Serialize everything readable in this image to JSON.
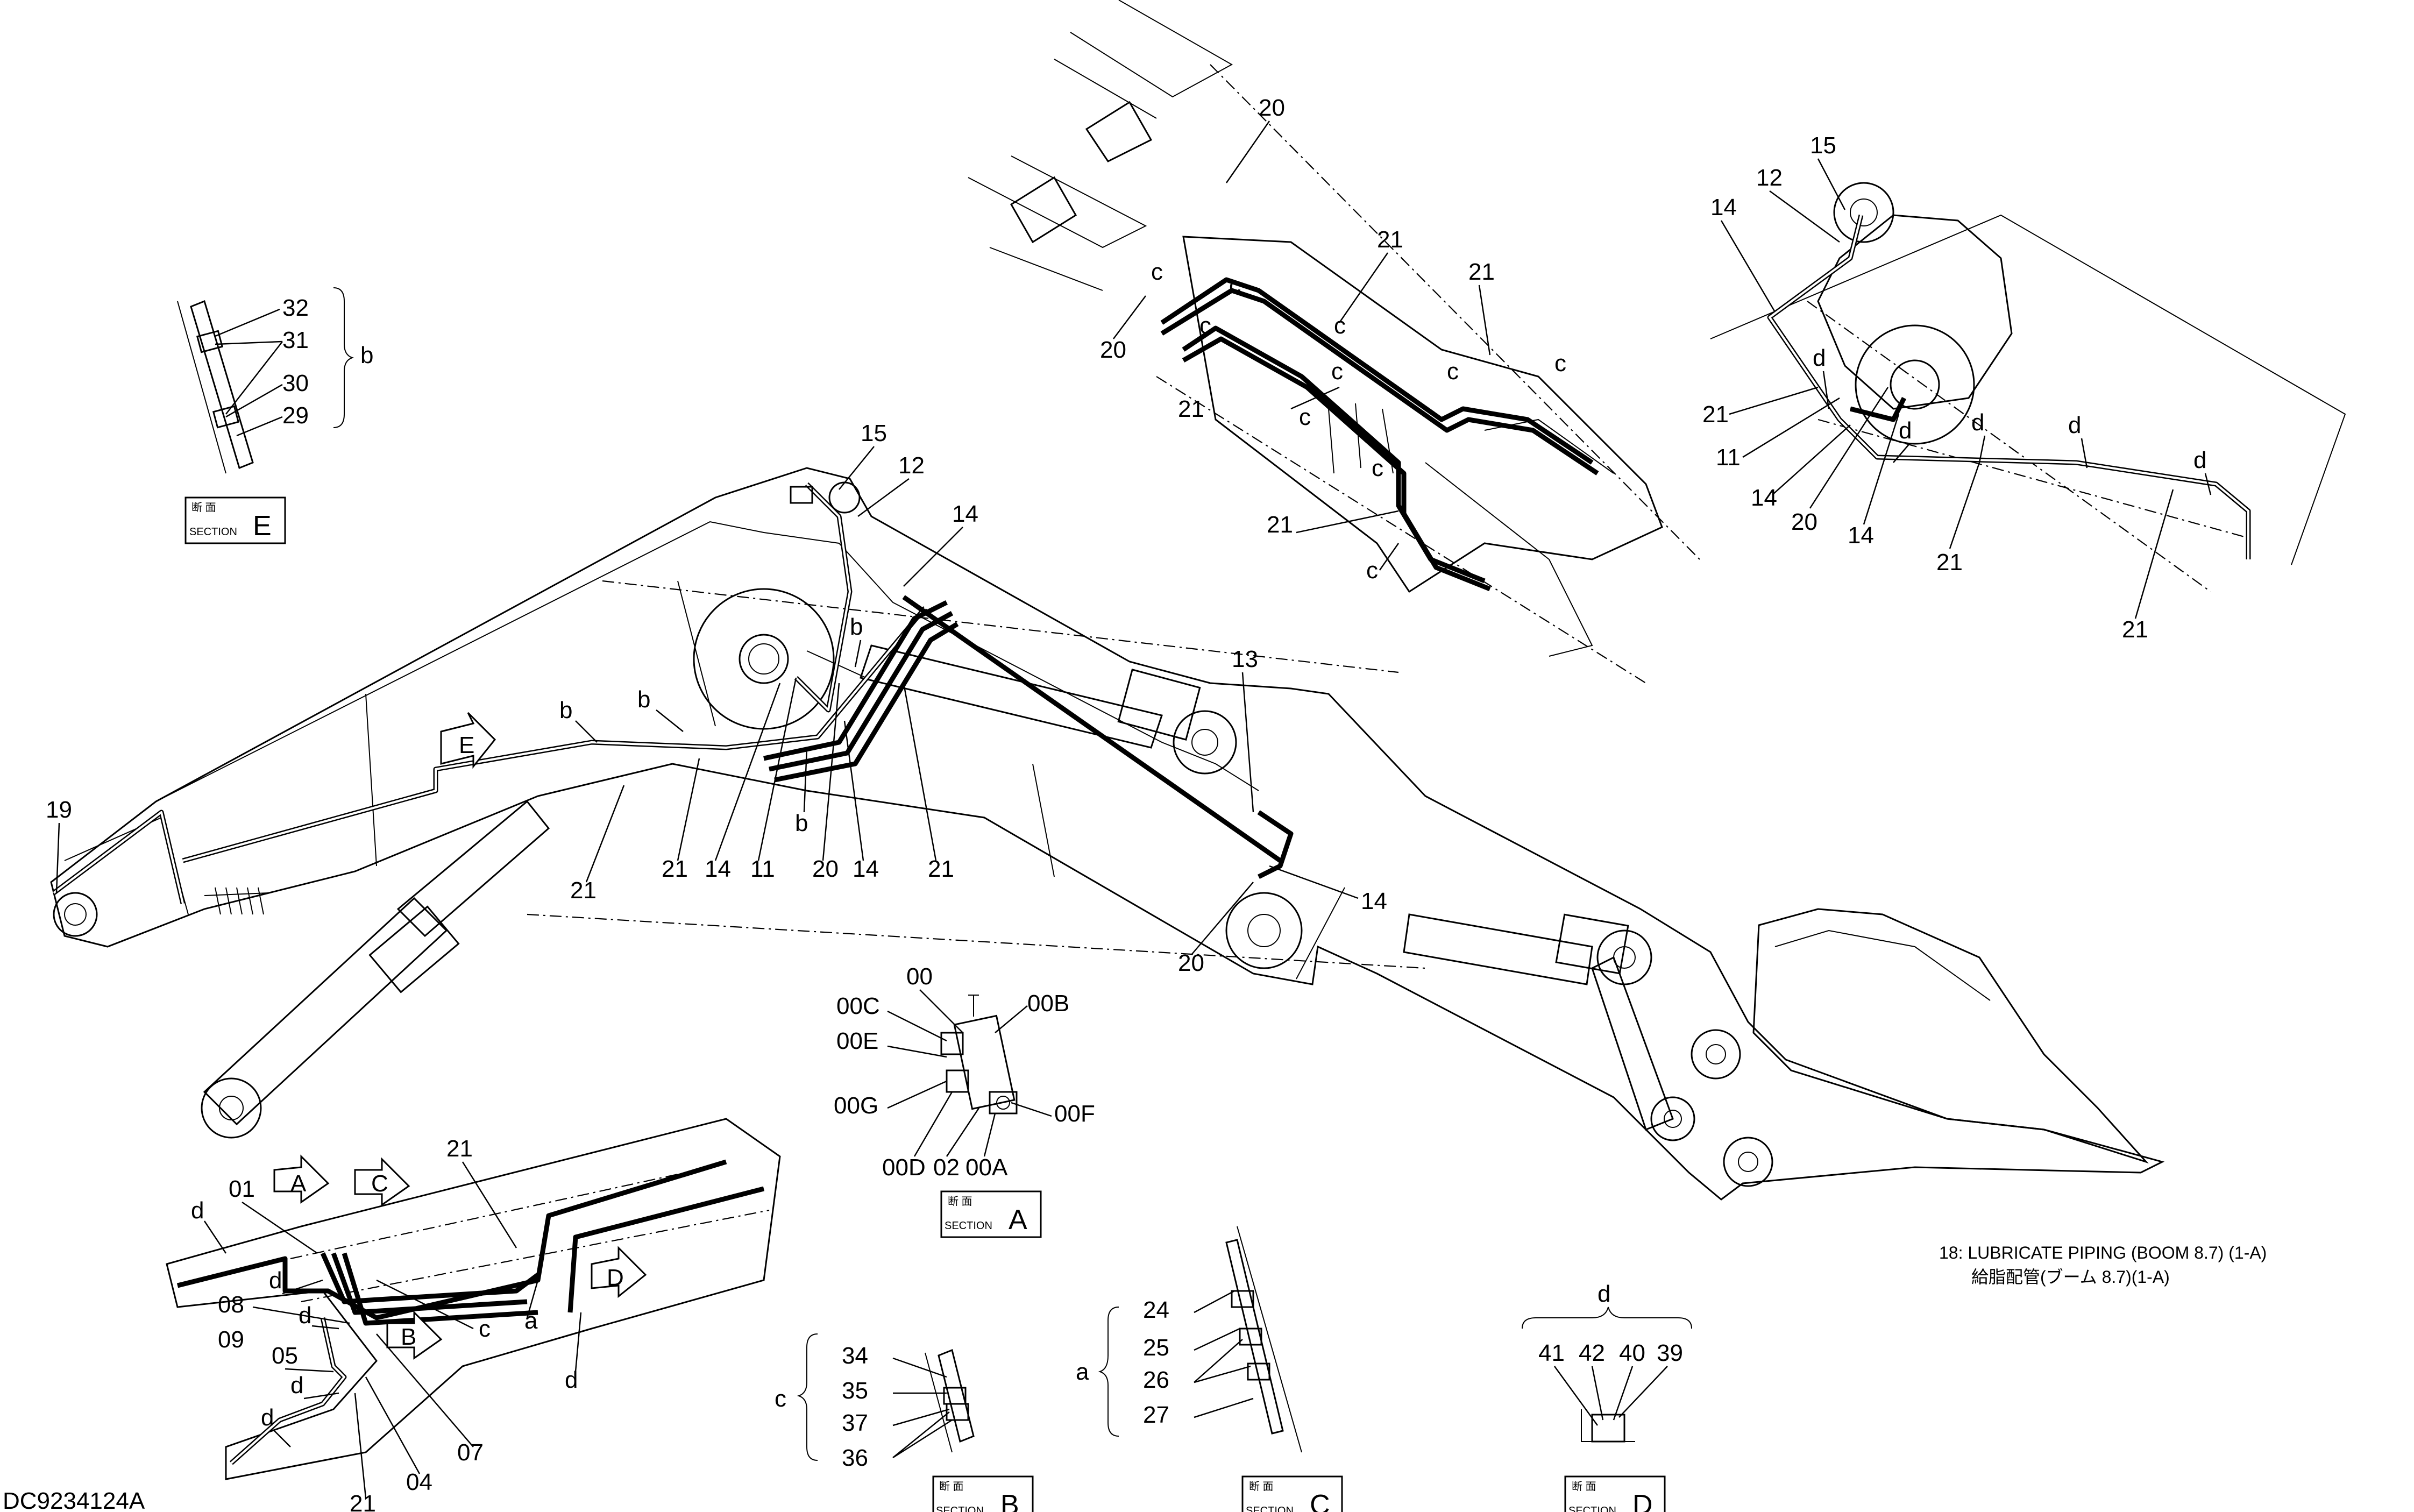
{
  "drawing_code": "DC9234124A",
  "caption": {
    "line1": "18: LUBRICATE PIPING (BOOM 8.7) (1-A)",
    "line2": "給脂配管(ブーム 8.7)(1-A)"
  },
  "section_boxes": {
    "E": {
      "kanji": "断 面",
      "word": "SECTION",
      "letter": "E"
    },
    "A": {
      "kanji": "断 面",
      "word": "SECTION",
      "letter": "A"
    },
    "B": {
      "kanji": "断 面",
      "word": "SECTION",
      "letter": "B"
    },
    "C": {
      "kanji": "断 面",
      "word": "SECTION",
      "letter": "C"
    },
    "D": {
      "kanji": "断 面",
      "word": "SECTION",
      "letter": "D"
    }
  },
  "view_arrows": {
    "E": "E",
    "A": "A",
    "C": "C",
    "B": "B",
    "D": "D"
  },
  "groups": {
    "b": {
      "label": "b",
      "parts": [
        "32",
        "31",
        "30",
        "29"
      ]
    },
    "c": {
      "label": "c",
      "parts": [
        "34",
        "35",
        "37",
        "36"
      ]
    },
    "a": {
      "label": "a",
      "parts": [
        "24",
        "25",
        "26",
        "27"
      ]
    },
    "d": {
      "label": "d",
      "parts": [
        "41",
        "42",
        "40",
        "39"
      ]
    }
  },
  "section_a_parts": [
    "00",
    "00C",
    "00B",
    "00E",
    "00G",
    "00F",
    "00D",
    "02",
    "00A"
  ],
  "main_view_labels": [
    "15",
    "12",
    "14",
    "19",
    "b",
    "b",
    "b",
    "21",
    "21",
    "14",
    "11",
    "b",
    "20",
    "14",
    "21",
    "13",
    "14",
    "20"
  ],
  "top_view_labels": [
    "20",
    "21",
    "21",
    "20",
    "c",
    "c",
    "c",
    "c",
    "c",
    "c",
    "21",
    "c",
    "c",
    "c",
    "21",
    "c"
  ],
  "right_view_labels": [
    "15",
    "12",
    "14",
    "d",
    "21",
    "11",
    "14",
    "20",
    "d",
    "14",
    "d",
    "d",
    "21",
    "d",
    "21"
  ],
  "lower_left_labels": [
    "21",
    "01",
    "d",
    "d",
    "08",
    "09",
    "d",
    "05",
    "d",
    "d",
    "c",
    "a",
    "07",
    "04",
    "21",
    "d"
  ]
}
